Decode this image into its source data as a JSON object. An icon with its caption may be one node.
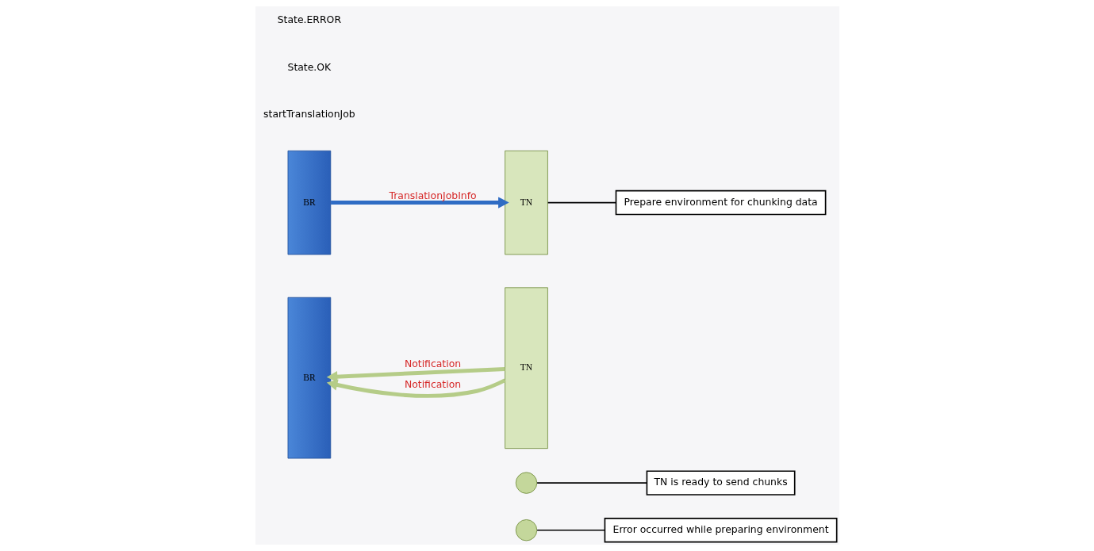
{
  "diagram": {
    "nodes": [
      {
        "text": [
          "BR"
        ]
      },
      {
        "text": [
          "TN"
        ]
      },
      {
        "text": [
          "Prepare environment for chunking data"
        ]
      },
      {
        "text": [
          "BR"
        ]
      },
      {
        "text": [
          "TN"
        ]
      },
      {
        "text": [],
        "shape": "circle"
      },
      {
        "text": [
          "TN is ready to send chunks"
        ]
      },
      {
        "text": [],
        "shape": "circle"
      },
      {
        "text": [
          "Error occurred while preparing environment"
        ]
      }
    ],
    "edges": [
      {
        "from": 0,
        "to": 1,
        "arrow": "to",
        "label": "TranslationJobInfo",
        "style": "thick",
        "color": "#2f6cc4"
      },
      {
        "from": 1,
        "to": 2,
        "arrow": "none"
      },
      {
        "from": 4,
        "to": 3,
        "arrow": "to",
        "label": "Notification",
        "style": "thick",
        "color": "#b5cc88"
      },
      {
        "from": 5,
        "to": 6,
        "arrow": "none"
      },
      {
        "from": 4,
        "to": 3,
        "arrow": "to",
        "label": "Notification",
        "style": "thick",
        "color": "#b5cc88"
      },
      {
        "from": 7,
        "to": 8,
        "arrow": "none"
      }
    ],
    "labels": [
      "startTranslationJob",
      "State.OK",
      "State.ERROR"
    ]
  }
}
